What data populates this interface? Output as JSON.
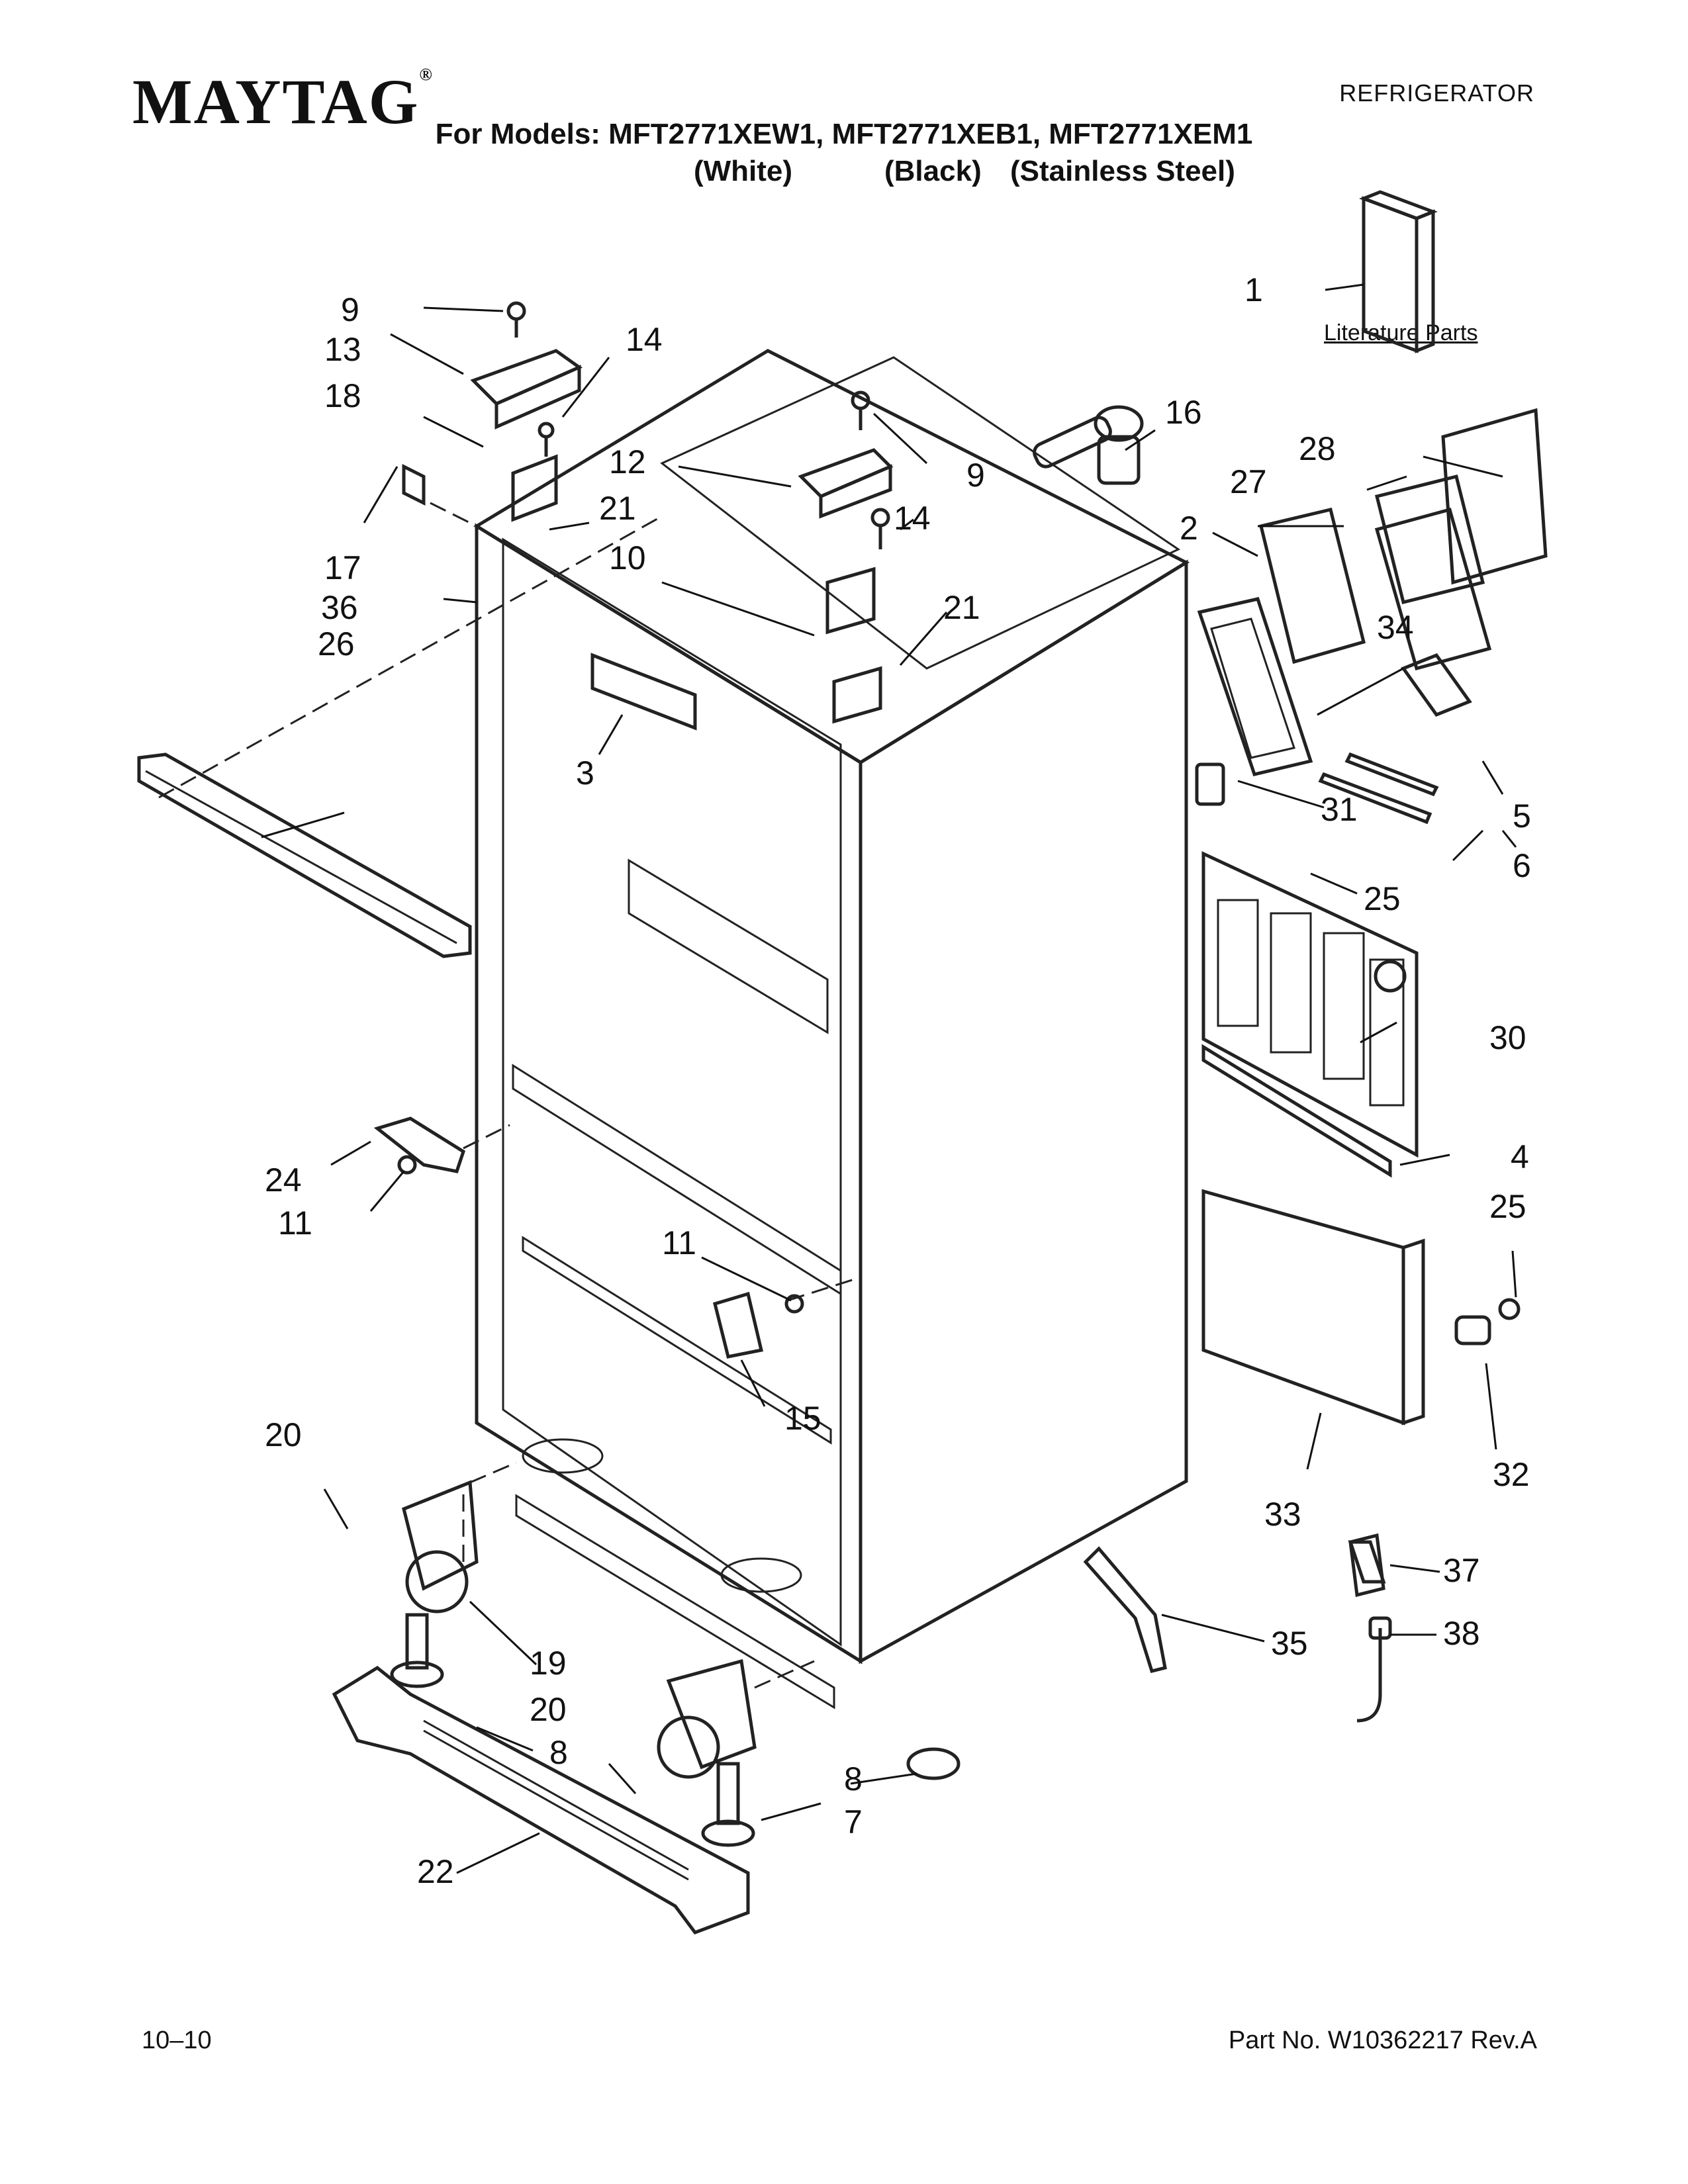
{
  "header": {
    "brand": "MAYTAG",
    "doc_type": "REFRIGERATOR",
    "models_line": "For Models: MFT2771XEW1, MFT2771XEB1, MFT2771XEM1",
    "variants": [
      "(White)",
      "(Black)",
      "(Stainless Steel)"
    ]
  },
  "literature_label": "Literature Parts",
  "callouts": [
    "1",
    "2",
    "3",
    "4",
    "5",
    "6",
    "7",
    "8",
    "8",
    "9",
    "9",
    "10",
    "11",
    "11",
    "12",
    "13",
    "14",
    "14",
    "15",
    "16",
    "17",
    "18",
    "19",
    "20",
    "20",
    "21",
    "21",
    "22",
    "24",
    "25",
    "25",
    "26",
    "27",
    "28",
    "30",
    "31",
    "32",
    "33",
    "34",
    "35",
    "36",
    "37",
    "38"
  ],
  "footer": {
    "date_code": "10–10",
    "part_number": "Part No. W10362217 Rev.A"
  }
}
